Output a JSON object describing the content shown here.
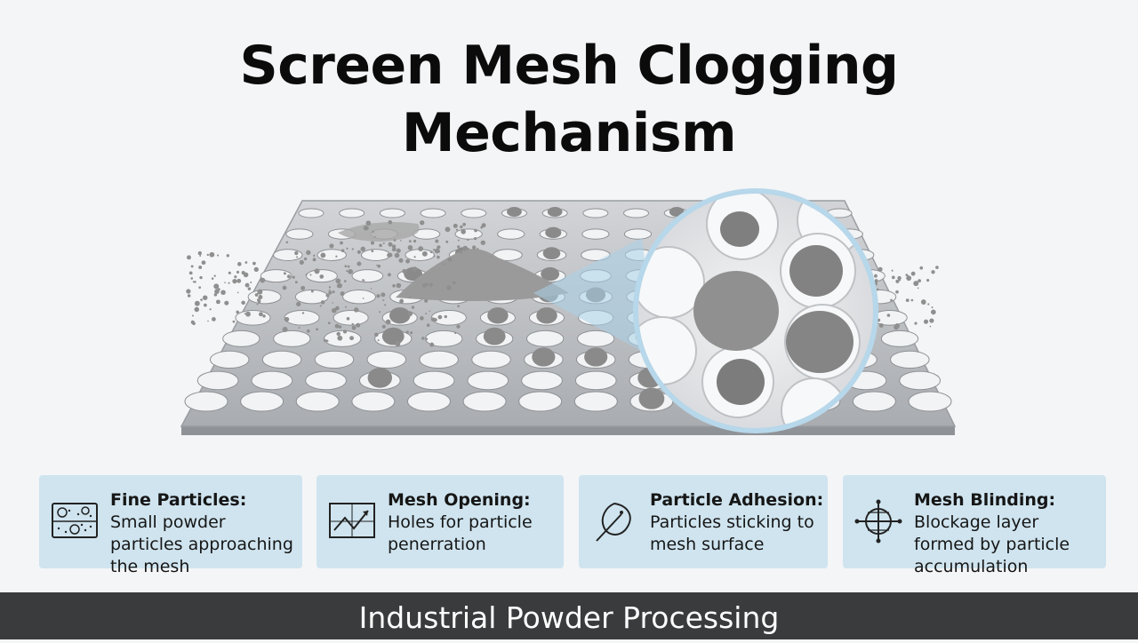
{
  "title": {
    "line1": "Screen Mesh Clogging",
    "line2": "Mechanism"
  },
  "cards": [
    {
      "heading": "Fine Particles:",
      "body": "Small powder particles approaching the mesh",
      "icon": "fine-particles-icon"
    },
    {
      "heading": "Mesh Opening:",
      "body": "Holes for particle penerration",
      "icon": "mesh-opening-icon"
    },
    {
      "heading": "Particle Adhesion:",
      "body": "Particles sticking to mesh surface",
      "icon": "particle-adhesion-icon"
    },
    {
      "heading": "Mesh Blinding:",
      "body": "Blockage layer formed by particle accumulation",
      "icon": "mesh-blinding-icon"
    }
  ],
  "footer": "Industrial Powder Processing",
  "colors": {
    "card_bg": "#cfe4ef",
    "footer_bg": "#3a3b3c",
    "mesh": "#b9bcc0",
    "powder": "#8c8c8c"
  }
}
